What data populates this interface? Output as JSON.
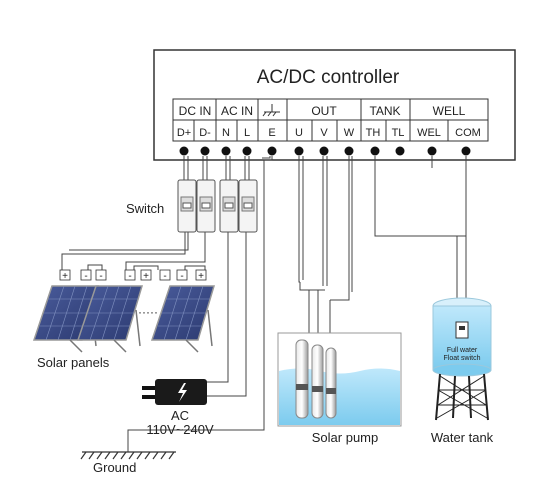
{
  "controller": {
    "title": "AC/DC controller",
    "groups": [
      "DC IN",
      "AC IN",
      "OUT",
      "TANK",
      "WELL"
    ],
    "terminals": [
      "D+",
      "D-",
      "N",
      "L",
      "E",
      "U",
      "V",
      "W",
      "TH",
      "TL",
      "WEL",
      "COM"
    ]
  },
  "labels": {
    "switch": "Switch",
    "solar_panels": "Solar panels",
    "ac": "AC",
    "voltage": "110V~240V",
    "ground": "Ground",
    "solar_pump": "Solar pump",
    "water_tank": "Water tank",
    "full_water": "Full water",
    "float_switch": "Float switch",
    "ellipsis": "·····",
    "plus": "+",
    "minus": "-"
  },
  "colors": {
    "water": "#8fd3f0",
    "water_light": "#c9ecfb",
    "panel": "#3a4a86",
    "wire": "#444444",
    "plug": "#1a1a1a"
  }
}
